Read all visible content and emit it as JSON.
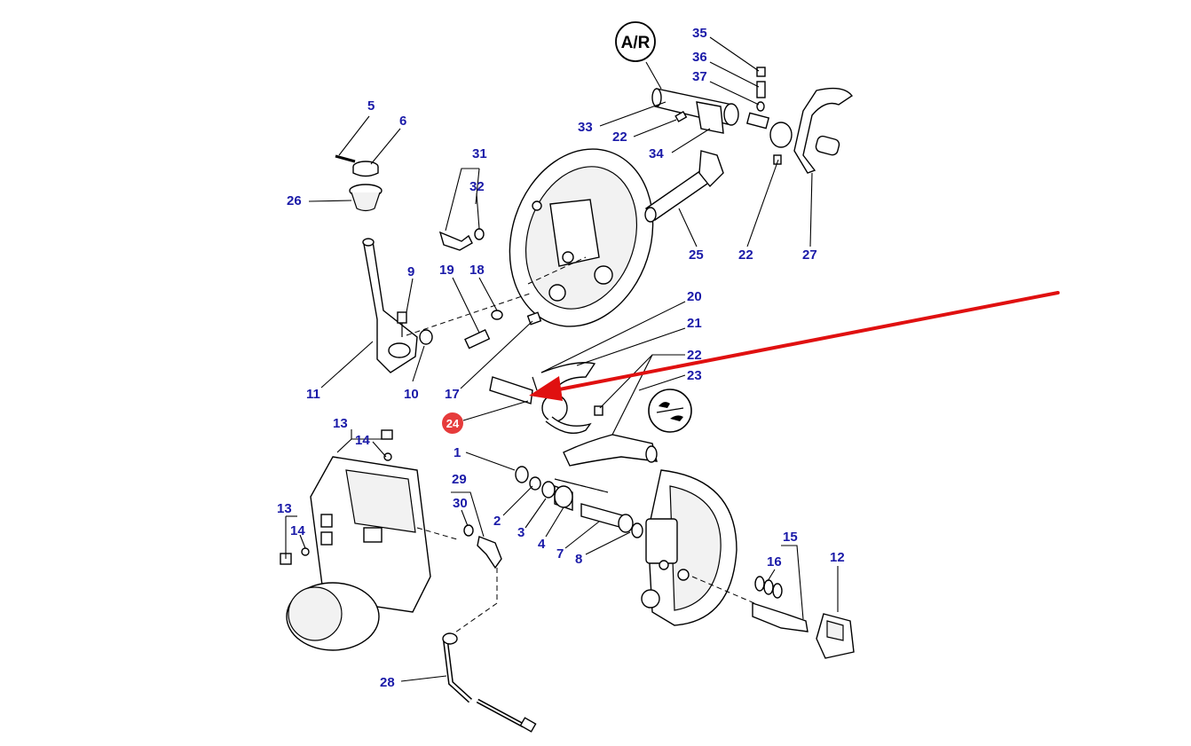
{
  "colors": {
    "label": "#1a1aa8",
    "highlight": "#e63b3b",
    "arrow": "#e01010",
    "ink": "#000000"
  },
  "labels": {
    "n1": "1",
    "n2": "2",
    "n3": "3",
    "n4": "4",
    "n5": "5",
    "n6": "6",
    "n7": "7",
    "n8": "8",
    "n9": "9",
    "n10": "10",
    "n11": "11",
    "n12": "12",
    "n13a": "13",
    "n13b": "13",
    "n14a": "14",
    "n14b": "14",
    "n15": "15",
    "n16": "16",
    "n17": "17",
    "n18": "18",
    "n19": "19",
    "n20": "20",
    "n21": "21",
    "n22a": "22",
    "n22b": "22",
    "n22c": "22",
    "n23": "23",
    "n24": "24",
    "n25": "25",
    "n26": "26",
    "n27": "27",
    "n28": "28",
    "n29": "29",
    "n30": "30",
    "n31": "31",
    "n32": "32",
    "n33": "33",
    "n34": "34",
    "n35": "35",
    "n36": "36",
    "n37": "37"
  },
  "badge": {
    "text": "A/R"
  },
  "highlighted_part": "24"
}
